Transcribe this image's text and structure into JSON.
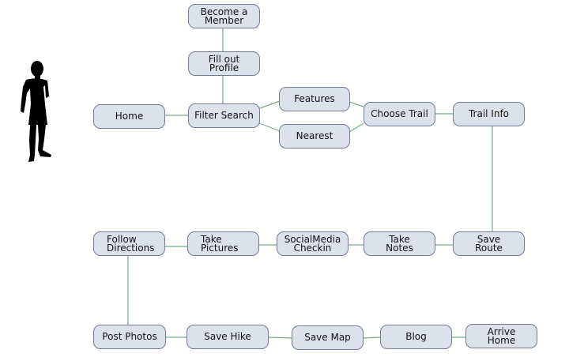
{
  "colors": {
    "node_fill": "#dde1ec",
    "node_border": "#737a8f",
    "connector": "#7aa883",
    "text": "#111111",
    "person": "#000000"
  },
  "icons": {
    "person": "person-silhouette-icon"
  },
  "nodes": {
    "become_member": "Become a\nMember",
    "fill_profile": "Fill out\nProfile",
    "home": "Home",
    "filter_search": "Filter Search",
    "features": "Features",
    "nearest": "Nearest",
    "choose_trail": "Choose Trail",
    "trail_info": "Trail Info",
    "follow_directions": "Follow\nDirections",
    "take_pictures": "Take\nPictures",
    "social_media_checkin": "SocialMedia\nCheckin",
    "take_notes": "Take\nNotes",
    "save_route": "Save\nRoute",
    "post_photos": "Post Photos",
    "save_hike": "Save Hike",
    "save_map": "Save Map",
    "blog": "Blog",
    "arrive_home": "Arrive\nHome"
  }
}
